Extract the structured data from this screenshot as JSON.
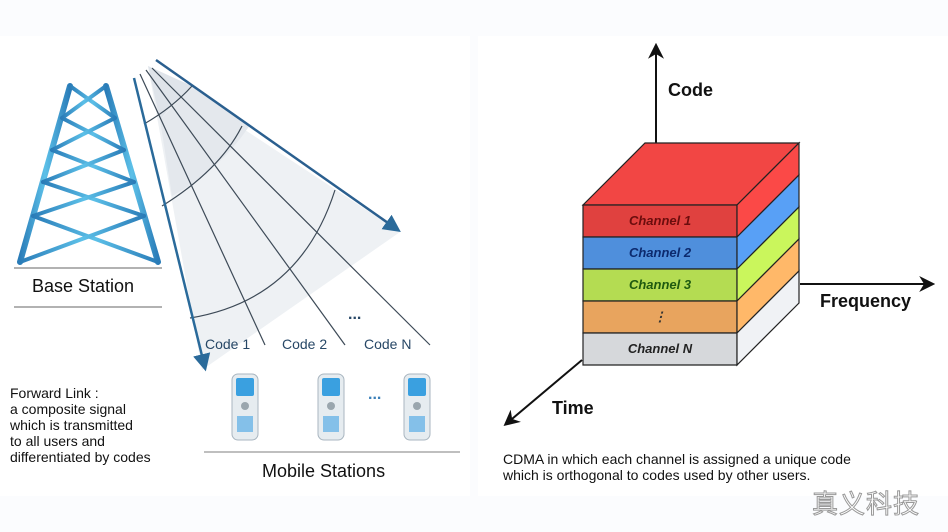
{
  "left_diagram": {
    "base_station_label": "Base Station",
    "code_labels": [
      "Code 1",
      "Code 2",
      "Code N"
    ],
    "code_ellipsis": "...",
    "mobile_ellipsis": "...",
    "mobile_stations_label": "Mobile Stations",
    "forward_link": {
      "lines": [
        "Forward Link :",
        "a composite signal",
        "which is transmitted",
        "to all users and",
        "differentiated by codes"
      ]
    },
    "colors": {
      "tower": "#2f86c0",
      "arrow": "#2a5f8f",
      "sector": "#e9edf1"
    }
  },
  "right_diagram": {
    "axes": {
      "vertical": "Code",
      "horizontal": "Frequency",
      "depth": "Time"
    },
    "channels": [
      {
        "label": "Channel 1",
        "color": "#e0413f",
        "text_color": "#6b0d0d"
      },
      {
        "label": "Channel 2",
        "color": "#4f8fdc",
        "text_color": "#0c2a6e"
      },
      {
        "label": "Channel 3",
        "color": "#b4dc52",
        "text_color": "#1f5a10"
      },
      {
        "label": "⋮",
        "color": "#e8a45e",
        "text_color": "#333333"
      },
      {
        "label": "Channel N",
        "color": "#d6d8db",
        "text_color": "#222222"
      }
    ],
    "caption_lines": [
      "CDMA in which each channel is assigned a unique code",
      "which is orthogonal to codes used by other users."
    ]
  },
  "watermark": "真义科技"
}
